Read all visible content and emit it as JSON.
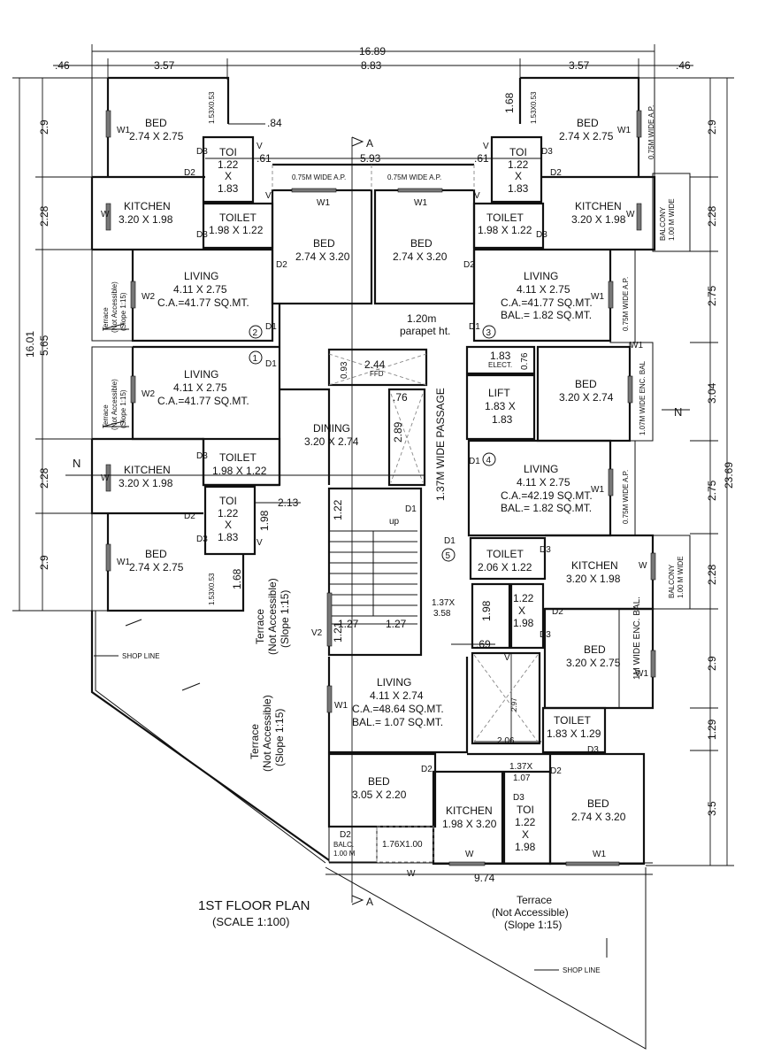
{
  "title": "1ST FLOOR PLAN",
  "scale": "(SCALE 1:100)",
  "section_label": "A",
  "north_label": "N",
  "top_dims": [
    ".46",
    "3.57",
    "8.83",
    "3.57",
    ".46",
    "16.89"
  ],
  "right_dims": [
    "2.9",
    "2.28",
    "2.75",
    "3.04",
    "2.75",
    "2.28",
    "2.9",
    "1.29",
    "3.5",
    "23.69"
  ],
  "left_dims": [
    "2.9",
    "2.28",
    "5.65",
    "2.28",
    "2.9",
    "16.01"
  ],
  "misc_dims": [
    ".84",
    ".61",
    "5.93",
    ".61",
    "1.68",
    "1.53X0.53",
    "1.53X0.53",
    "1.53X0.53",
    "1.68",
    "2.13",
    "1.98",
    "1.22",
    "1.27",
    "1.27",
    "1.21",
    "1.98",
    ".69",
    "2.97",
    "2.06",
    "2.89",
    ".76",
    "0.93",
    "2.44",
    "1.83",
    "0.76",
    "9.74",
    "1.37X",
    "3.58",
    "1.37X",
    "1.07",
    "1.76X1.00"
  ],
  "rooms": [
    {
      "name": "BED",
      "size": "2.74 X 2.75"
    },
    {
      "name": "TOI",
      "size1": "1.22",
      "x": "X",
      "size2": "1.83"
    },
    {
      "name": "KITCHEN",
      "size": "3.20 X 1.98"
    },
    {
      "name": "TOILET",
      "size": "1.98 X 1.22"
    },
    {
      "name": "BED",
      "size": "2.74 X 3.20"
    },
    {
      "name": "BED",
      "size": "2.74 X 3.20"
    },
    {
      "name": "BED",
      "size": "2.74 X 2.75"
    },
    {
      "name": "TOI",
      "size1": "1.22",
      "x": "X",
      "size2": "1.83"
    },
    {
      "name": "KITCHEN",
      "size": "3.20 X 1.98"
    },
    {
      "name": "TOILET",
      "size": "1.98 X 1.22"
    },
    {
      "name": "LIVING",
      "size": "4.11 X 2.75",
      "ca": "C.A.=41.77 SQ.MT."
    },
    {
      "name": "LIVING",
      "size": "4.11 X 2.75",
      "ca": "C.A.=41.77 SQ.MT.",
      "bal": "BAL.=  1.82 SQ.MT."
    },
    {
      "name": "LIVING",
      "size": "4.11 X 2.75",
      "ca": "C.A.=41.77 SQ.MT."
    },
    {
      "name": "DINING",
      "size": "3.20 X 2.74"
    },
    {
      "name": "BED",
      "size": "3.20 X 2.74"
    },
    {
      "name": "LIFT",
      "size1": "1.83 X",
      "size2": "1.83"
    },
    {
      "name": "KITCHEN",
      "size": "3.20 X 1.98"
    },
    {
      "name": "TOILET",
      "size": "1.98 X 1.22"
    },
    {
      "name": "TOI",
      "size1": "1.22",
      "x": "X",
      "size2": "1.83"
    },
    {
      "name": "BED",
      "size": "2.74 X 2.75"
    },
    {
      "name": "LIVING",
      "size": "4.11 X 2.75",
      "ca": "C.A.=42.19 SQ.MT.",
      "bal": "BAL.=  1.82 SQ.MT."
    },
    {
      "name": "TOILET",
      "size": "2.06 X 1.22"
    },
    {
      "name": "KITCHEN",
      "size": "3.20 X 1.98"
    },
    {
      "name": "1.22",
      "x": "X",
      "size": "1.98"
    },
    {
      "name": "BED",
      "size": "3.20 X 2.75"
    },
    {
      "name": "TOILET",
      "size": "1.83 X 1.29"
    },
    {
      "name": "LIVING",
      "size": "4.11 X 2.74",
      "ca": "C.A.=48.64 SQ.MT.",
      "bal": "BAL.=  1.07 SQ.MT."
    },
    {
      "name": "BED",
      "size": "3.05 X 2.20"
    },
    {
      "name": "KITCHEN",
      "size": "1.98 X 3.20"
    },
    {
      "name": "TOI",
      "size1": "1.22",
      "x": "X",
      "size2": "1.98"
    },
    {
      "name": "BED",
      "size": "2.74 X 3.20"
    }
  ],
  "labels": {
    "ap_wide": "0.75M WIDE A.P.",
    "ap_wide2": "0.75M WIDE A.P.",
    "ap_right1": "0.75M WIDE A.P.",
    "ap_right2": "0.75M WIDE A.P.",
    "ap_right3": "0.75M WIDE A.P.",
    "balcony_1": "BALCONY",
    "balcony_1b": "1.00 M WIDE",
    "balcony_2": "BALCONY",
    "balcony_2b": "1.00 M WIDE",
    "enc_bal_1": "1.07M WIDE ENC. BAL",
    "enc_bal_2": "1M WIDE ENC. BAL.",
    "terrace_a": "Terrace",
    "terrace_ab": "(Not Accessible)",
    "terrace_ac": "(Slope 1:15)",
    "terrace_b": "Terrace",
    "terrace_bb": "(Not Accessible)",
    "terrace_bc": "(Slope 1:15)",
    "terrace_mid": "Terrace",
    "terrace_midb": "(Not Accessible)",
    "terrace_midc": "(Slope 1:15)",
    "terrace_sw": "Terrace",
    "terrace_swb": "(Not Accessible)",
    "terrace_swc": "(Slope 1:15)",
    "terrace_se": "Terrace",
    "terrace_seb": "(Not Accessible)",
    "terrace_sec": "(Slope 1:15)",
    "parapet": "1.20m",
    "parapet_b": "parapet ht.",
    "passage": "1.37M WIDE PASSAGE",
    "elect": "ELECT.",
    "ffd": "FFD",
    "up": "up",
    "shop_line": "SHOP LINE",
    "shop_line2": "SHOP LINE",
    "balc": "BALC.",
    "balc_size": "1.00 M"
  },
  "flat_numbers": [
    "1",
    "2",
    "3",
    "4",
    "5"
  ],
  "openings": {
    "d1": "D1",
    "d2": "D2",
    "d3": "D3",
    "w": "W",
    "w1": "W1",
    "w2": "W2",
    "v": "V",
    "v2": "V2"
  }
}
